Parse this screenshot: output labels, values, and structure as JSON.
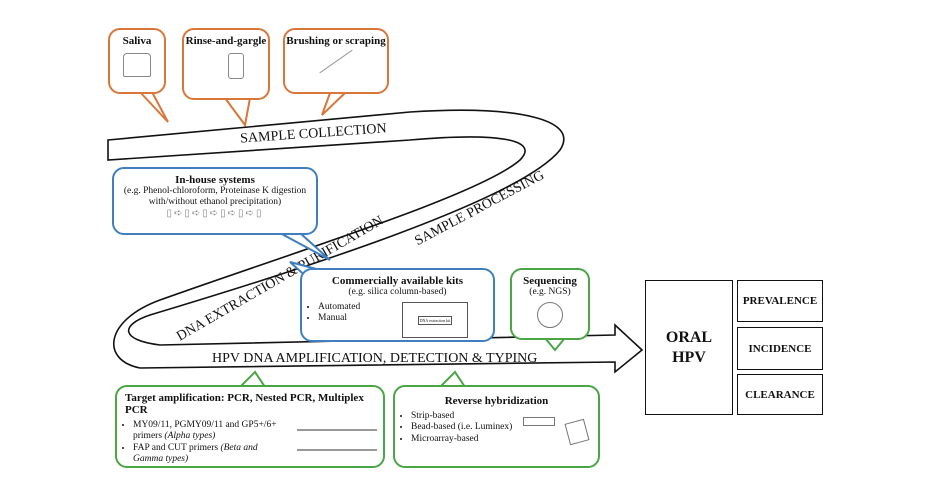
{
  "collection": {
    "stage_label": "SAMPLE COLLECTION",
    "methods": [
      {
        "label": "Saliva"
      },
      {
        "label": "Rinse-and-gargle"
      },
      {
        "label": "Brushing or scraping"
      }
    ]
  },
  "processing": {
    "stage_label": "SAMPLE PROCESSING",
    "sub_label": "DNA EXTRACTION & PURIFICATION",
    "in_house": {
      "title": "In-house systems",
      "subtitle": "(e.g. Phenol-chloroform, Proteinase K digestion with/without ethanol precipitation)"
    },
    "commercial": {
      "title": "Commercially available kits",
      "subtitle": "(e.g. silica column-based)",
      "items": [
        "Automated",
        "Manual"
      ],
      "kit_label": "DNA extraction kit"
    },
    "sequencing": {
      "title": "Sequencing",
      "subtitle": "(e.g. NGS)"
    }
  },
  "amplification": {
    "stage_label": "HPV DNA AMPLIFICATION, DETECTION & TYPING",
    "target": {
      "title": "Target amplification: PCR, Nested PCR, Multiplex PCR",
      "items": [
        {
          "text": "MY09/11, PGMY09/11 and GP5+/6+ primers",
          "note": "(Alpha types)"
        },
        {
          "text": "FAP and CUT primers",
          "note": "(Beta and Gamma types)"
        }
      ]
    },
    "hybridization": {
      "title": "Reverse hybridization",
      "items": [
        "Strip-based",
        "Bead-based (i.e. Luminex)",
        "Microarray-based"
      ]
    }
  },
  "outcome": {
    "title": "ORAL HPV",
    "measures": [
      "PREVALENCE",
      "INCIDENCE",
      "CLEARANCE"
    ]
  },
  "colors": {
    "collection": "#d9763a",
    "processing": "#3f7fbf",
    "detection": "#4aa544"
  }
}
